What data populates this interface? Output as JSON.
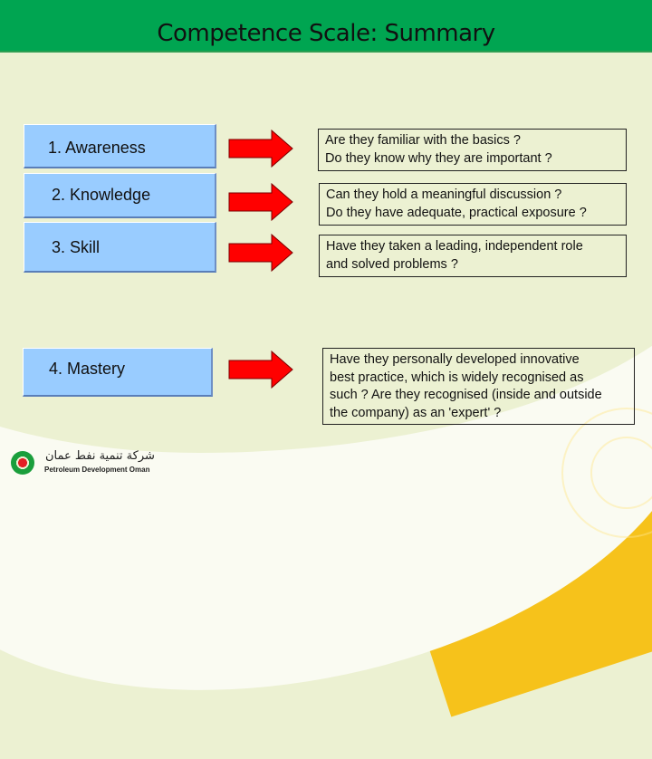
{
  "slide": {
    "title": "Competence Scale: Summary",
    "colors": {
      "header": "#00A551",
      "background": "#ECF1D2",
      "level_box": "#99CCFF",
      "arrow": "#FF0000",
      "accent_yellow": "#F6C21B"
    }
  },
  "levels": [
    {
      "label": "1. Awareness",
      "question": [
        "Are they familiar with the basics ?",
        "Do they know why they are important ?"
      ]
    },
    {
      "label": "2. Knowledge",
      "question": [
        "Can they hold a meaningful discussion ?",
        "Do they have adequate, practical exposure ?"
      ]
    },
    {
      "label": "3. Skill",
      "question": [
        "Have they taken a leading, independent role",
        "and solved problems ?"
      ]
    },
    {
      "label": "4. Mastery",
      "question": [
        "Have they personally developed innovative",
        "best practice, which is widely recognised as",
        "such ? Are they recognised (inside and outside",
        "the company) as an 'expert' ?"
      ]
    }
  ],
  "logo": {
    "arabic": "شركة تنمية نفط عمان",
    "english": "Petroleum Development Oman"
  }
}
